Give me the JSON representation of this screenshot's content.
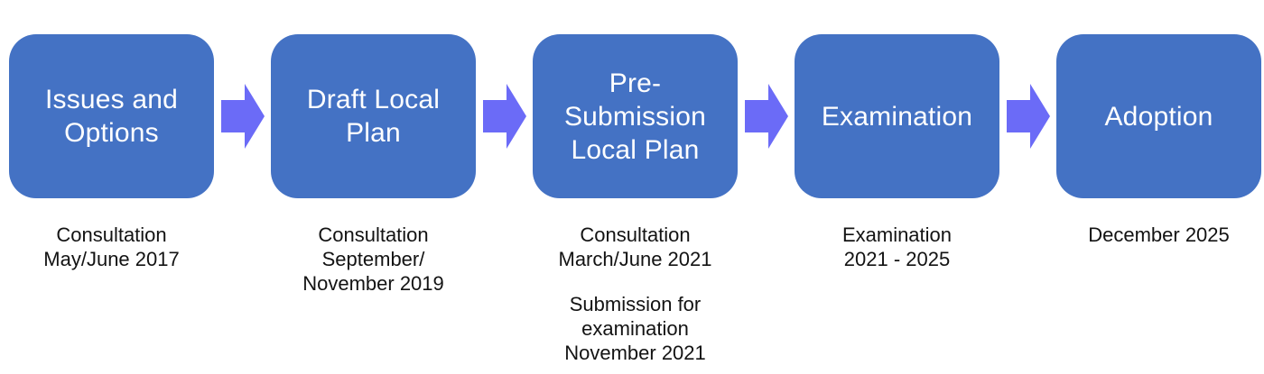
{
  "colors": {
    "box_fill": "#4472C4",
    "box_text": "#FFFFFF",
    "arrow_fill": "#6B6BF7",
    "caption_text": "#131313",
    "background": "#FFFFFF"
  },
  "stages": [
    {
      "title": "Issues and Options",
      "title_lines": [
        "Issues and",
        "Options"
      ],
      "caption_lines": [
        "Consultation",
        "May/June 2017"
      ]
    },
    {
      "title": "Draft Local Plan",
      "title_lines": [
        "Draft Local",
        "Plan"
      ],
      "caption_lines": [
        "Consultation",
        "September/",
        "November 2019"
      ]
    },
    {
      "title": "Pre-Submission Local Plan",
      "title_lines": [
        "Pre-",
        "Submission",
        "Local Plan"
      ],
      "caption_lines": [
        "Consultation",
        "March/June 2021"
      ],
      "caption2_lines": [
        "Submission for",
        "examination",
        "November 2021"
      ]
    },
    {
      "title": "Examination",
      "title_lines": [
        "Examination"
      ],
      "caption_lines": [
        "Examination",
        "2021 - 2025"
      ]
    },
    {
      "title": "Adoption",
      "title_lines": [
        "Adoption"
      ],
      "caption_lines": [
        "December 2025"
      ]
    }
  ]
}
